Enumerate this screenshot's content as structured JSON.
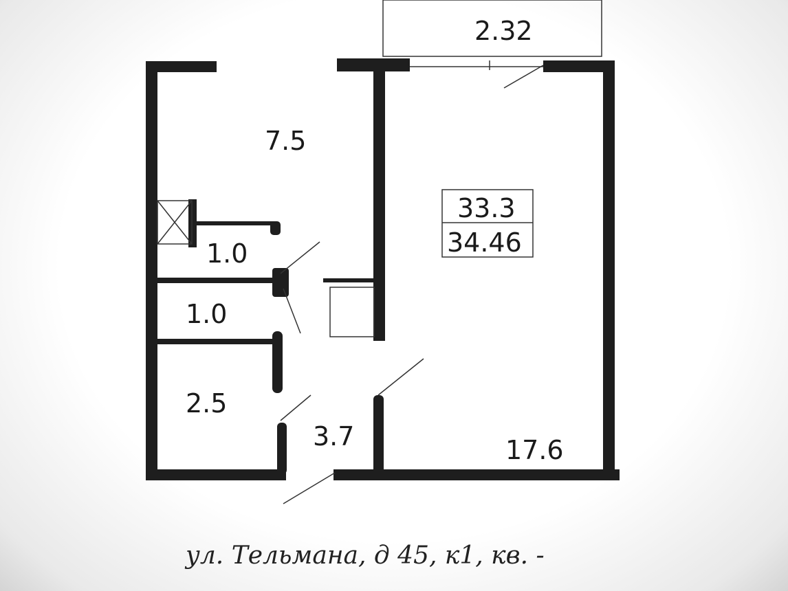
{
  "plan": {
    "balcony_area": "2.32",
    "rooms": {
      "kitchen": "7.5",
      "closet": "1.0",
      "toilet": "1.0",
      "bathroom": "2.5",
      "hallway": "3.7",
      "living_room": "17.6"
    },
    "total": {
      "living_area": "33.3",
      "total_area": "34.46"
    },
    "address": "ул. Тельмана, д 45, к1, кв. -"
  }
}
